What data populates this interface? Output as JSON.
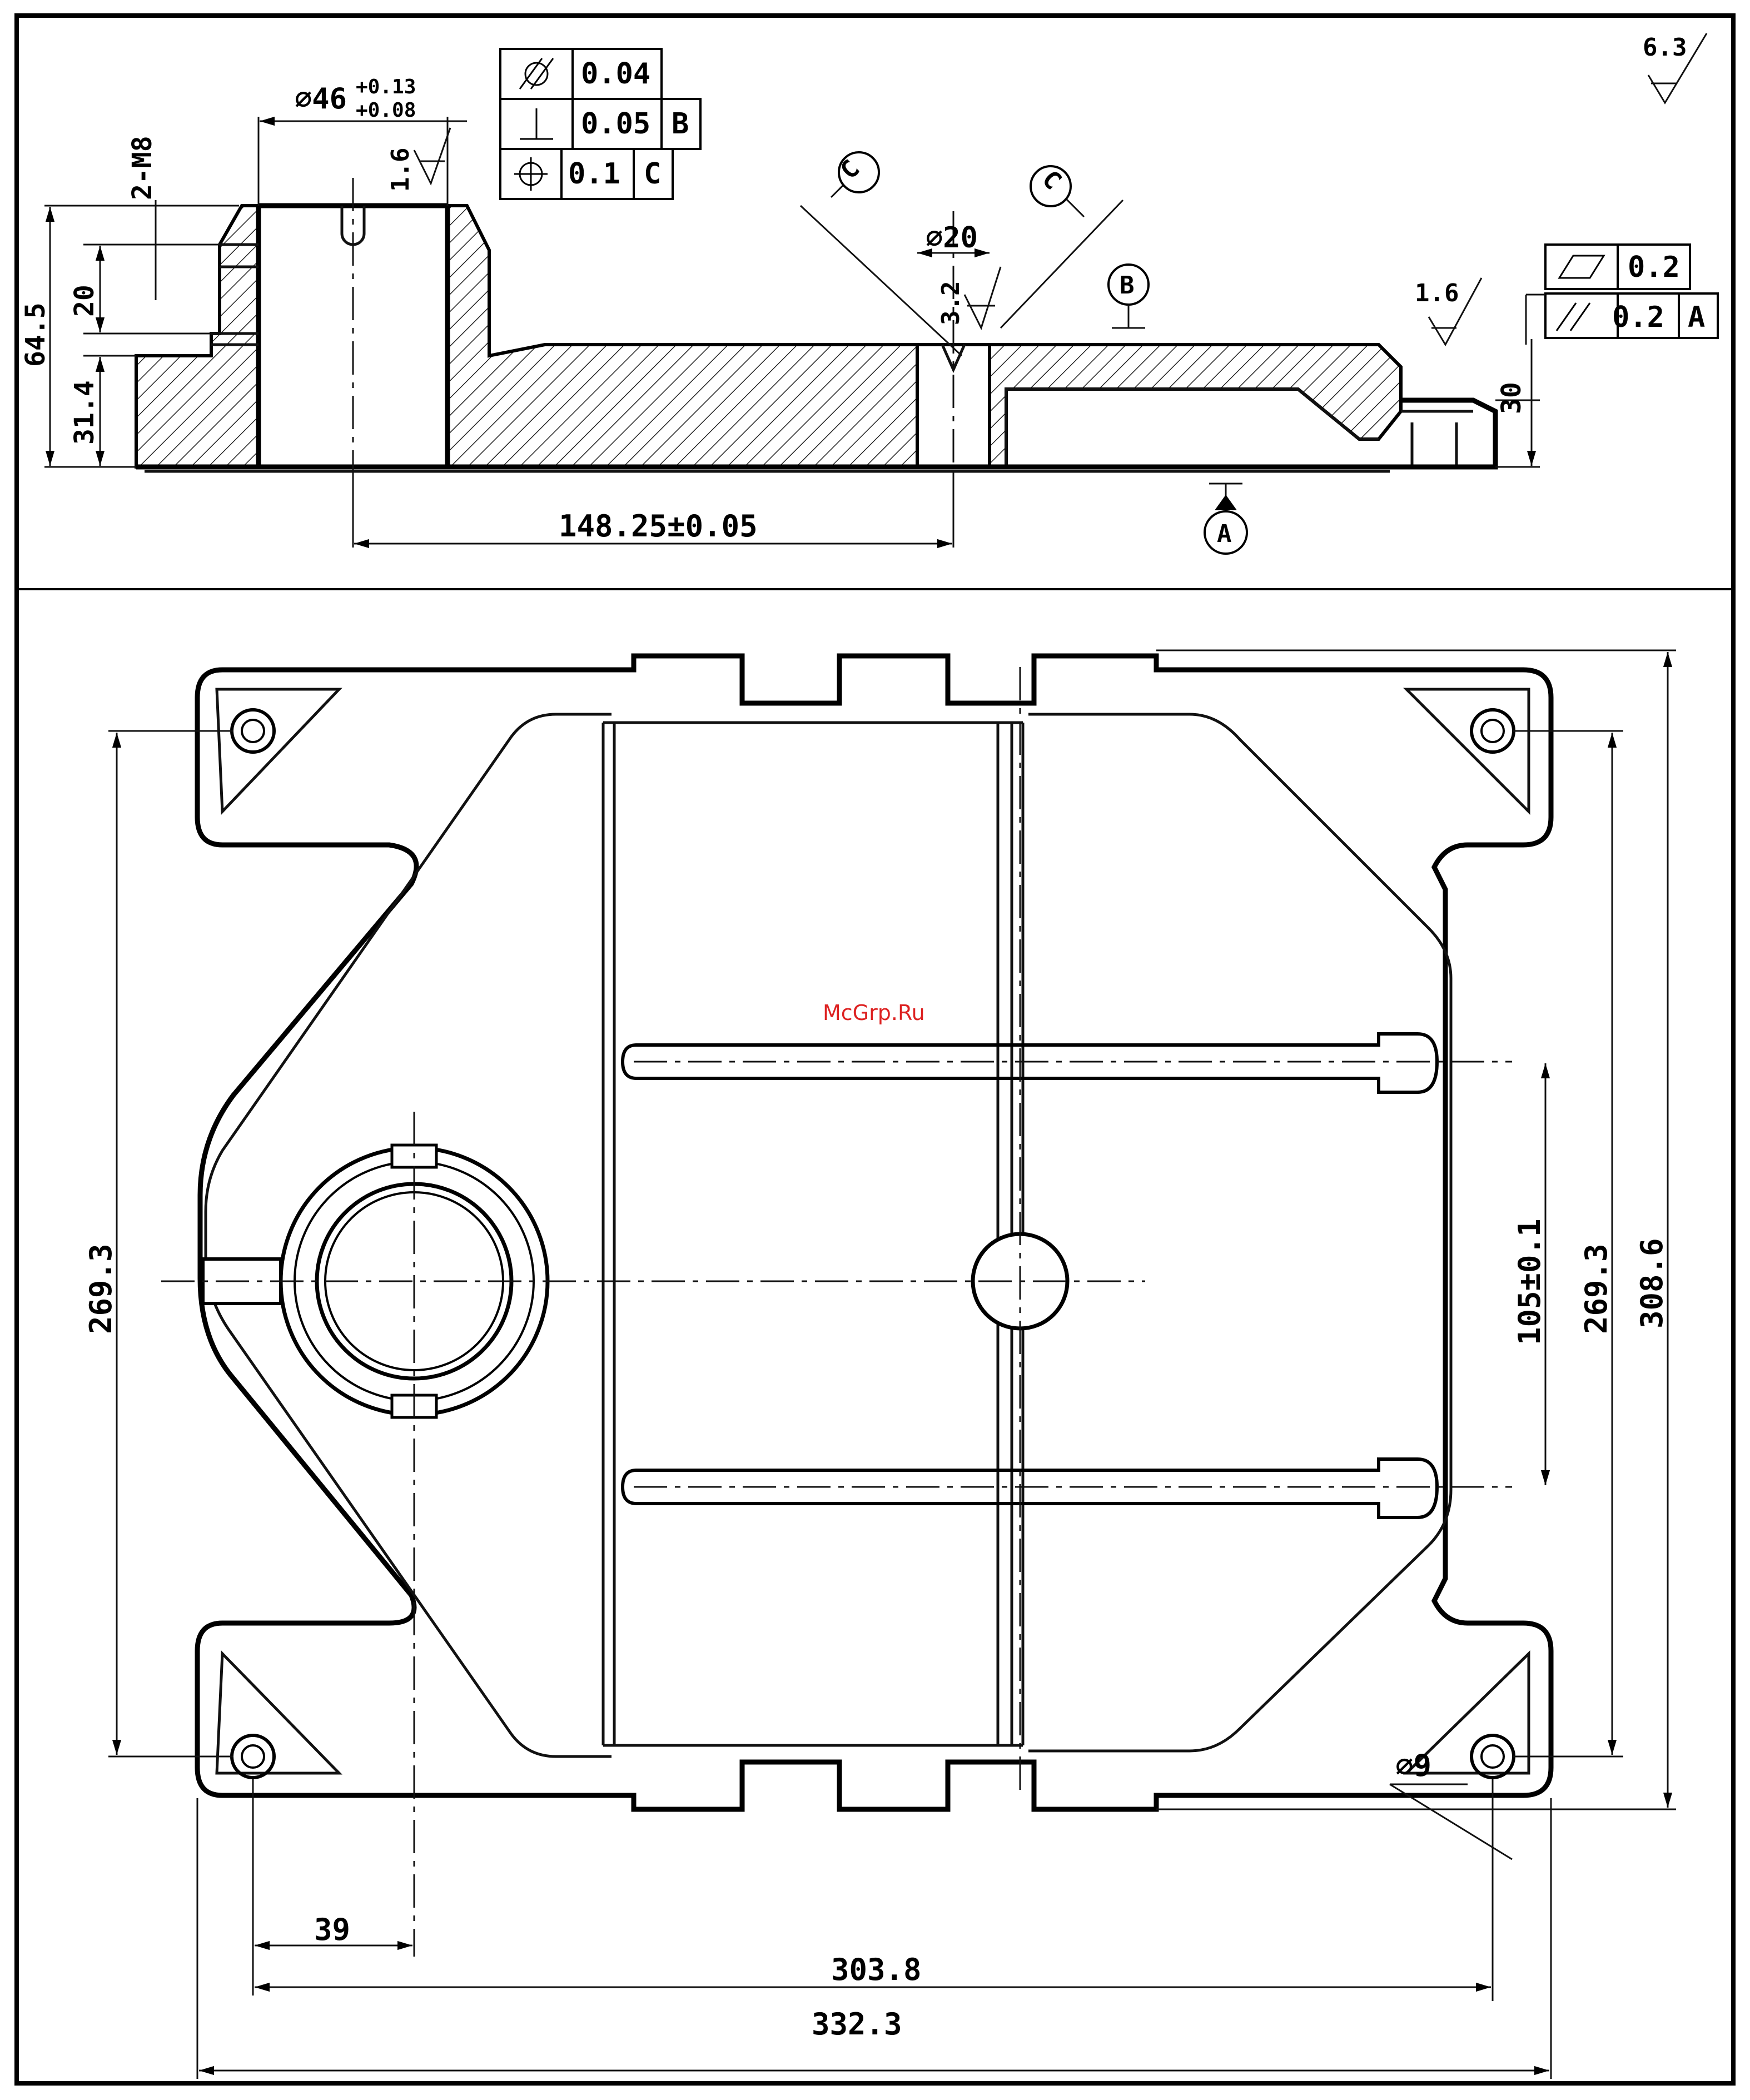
{
  "section_view": {
    "hole_dim": "⌀46",
    "hole_tol_upper": "+0.13",
    "hole_tol_lower": "+0.08",
    "thread_callout": "2-M8",
    "roughness_bore": "1.6",
    "roughness_pin": "3.2",
    "roughness_base": "1.6",
    "roughness_general": "6.3",
    "dim_64_5": "64.5",
    "dim_20": "20",
    "dim_31_4": "31.4",
    "dim_30": "30",
    "pin_dia": "⌀20",
    "center_distance": "148.25±0.05",
    "datum_a": "A",
    "datum_b": "B",
    "datum_c": "C",
    "tol_frame_left": [
      {
        "symbol": "cylindricity",
        "value": "0.04",
        "datum": ""
      },
      {
        "symbol": "perpendicularity",
        "value": "0.05",
        "datum": "B"
      },
      {
        "symbol": "position",
        "value": "0.1",
        "datum": "C"
      }
    ],
    "tol_frame_right": [
      {
        "symbol": "flatness",
        "value": "0.2",
        "datum": ""
      },
      {
        "symbol": "parallelism",
        "value": "0.2",
        "datum": "A"
      }
    ]
  },
  "plan_view": {
    "dim_269_left": "269.3",
    "dim_105": "105±0.1",
    "dim_269_right": "269.3",
    "dim_308_6": "308.6",
    "dim_39": "39",
    "dim_303_8": "303.8",
    "dim_332_3": "332.3",
    "hole_dia": "⌀9"
  },
  "watermark": "McGrp.Ru"
}
